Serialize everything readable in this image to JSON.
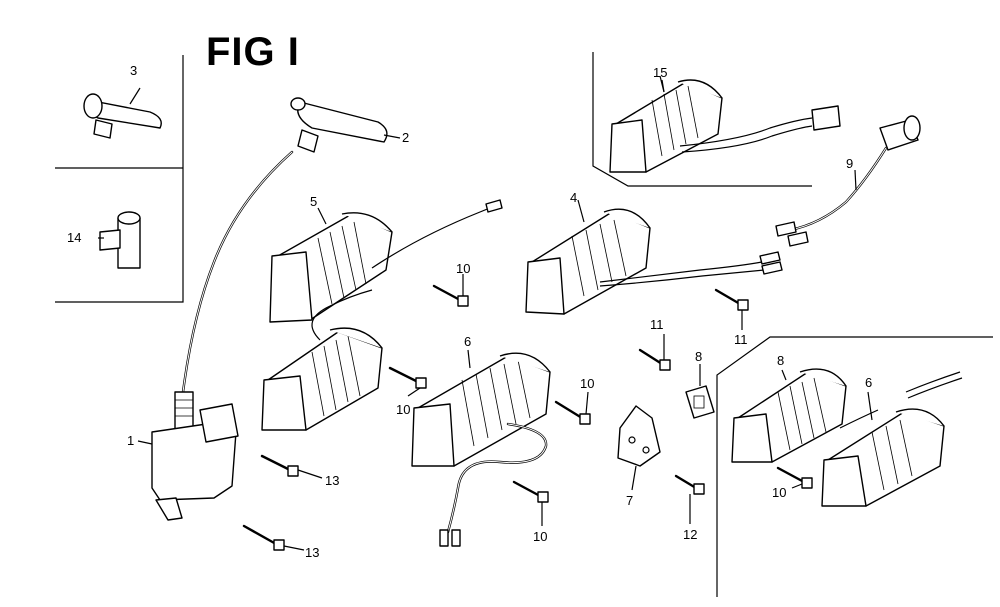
{
  "figure": {
    "title": "FIG I"
  },
  "callouts": [
    {
      "id": "c3",
      "label": "3"
    },
    {
      "id": "c2",
      "label": "2"
    },
    {
      "id": "c14",
      "label": "14"
    },
    {
      "id": "c1",
      "label": "1"
    },
    {
      "id": "c5",
      "label": "5"
    },
    {
      "id": "c10a",
      "label": "10"
    },
    {
      "id": "c10b",
      "label": "10"
    },
    {
      "id": "c6a",
      "label": "6"
    },
    {
      "id": "c10c",
      "label": "10"
    },
    {
      "id": "c10d",
      "label": "10"
    },
    {
      "id": "c13a",
      "label": "13"
    },
    {
      "id": "c13b",
      "label": "13"
    },
    {
      "id": "c4",
      "label": "4"
    },
    {
      "id": "c11a",
      "label": "11"
    },
    {
      "id": "c11b",
      "label": "11"
    },
    {
      "id": "c8a",
      "label": "8"
    },
    {
      "id": "c7",
      "label": "7"
    },
    {
      "id": "c12",
      "label": "12"
    },
    {
      "id": "c15",
      "label": "15"
    },
    {
      "id": "c9",
      "label": "9"
    },
    {
      "id": "c8b",
      "label": "8"
    },
    {
      "id": "c6b",
      "label": "6"
    },
    {
      "id": "c10e",
      "label": "10"
    }
  ]
}
